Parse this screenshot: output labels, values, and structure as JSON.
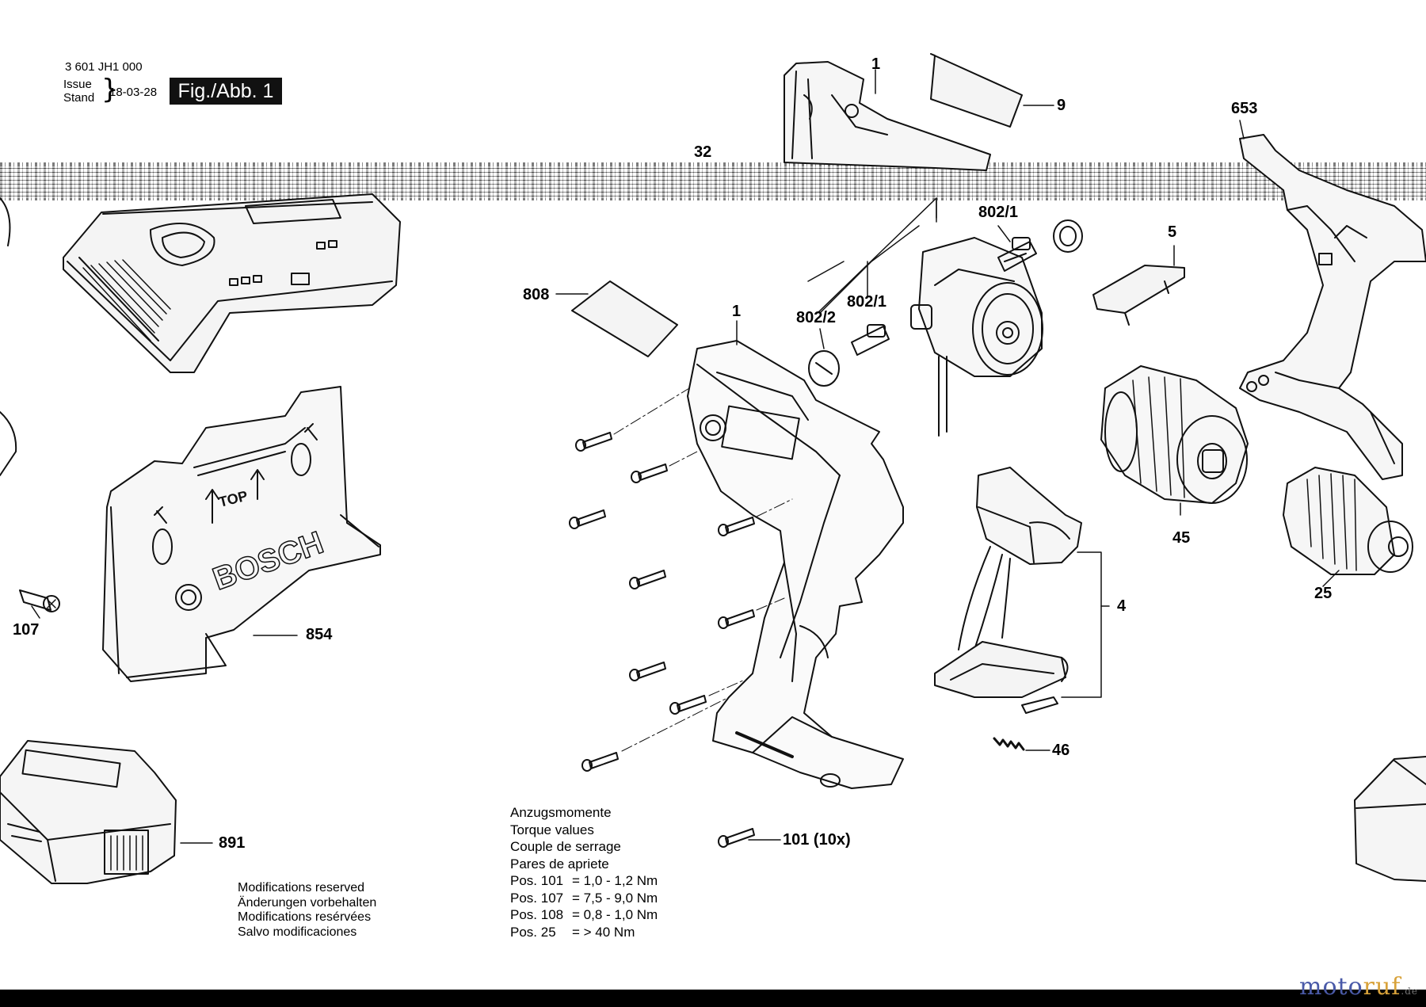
{
  "header": {
    "part_code": "3 601 JH1 000",
    "issue_label": "Issue",
    "stand_label": "Stand",
    "date": "18-03-28",
    "figure": "Fig./Abb. 1"
  },
  "callouts": {
    "c1_top": "1",
    "c9": "9",
    "c653": "653",
    "c32": "32",
    "c802_1_top": "802/1",
    "c5": "5",
    "c808": "808",
    "c1_mid": "1",
    "c802_2": "802/2",
    "c802_1_mid": "802/1",
    "c45": "45",
    "c25": "25",
    "c4": "4",
    "c107": "107",
    "c854": "854",
    "c46": "46",
    "c891": "891",
    "c101": "101 (10x)"
  },
  "part_text": {
    "top_arrow": "TOP",
    "brand": "BOSCH"
  },
  "torque": {
    "title_lines": [
      "Anzugsmomente",
      "Torque values",
      "Couple de serrage",
      "Pares de apriete"
    ],
    "rows": [
      {
        "pos": "Pos. 101",
        "value": "= 1,0 - 1,2 Nm"
      },
      {
        "pos": "Pos. 107",
        "value": "= 7,5 - 9,0 Nm"
      },
      {
        "pos": "Pos. 108",
        "value": "= 0,8 - 1,0 Nm"
      },
      {
        "pos": "Pos. 25",
        "value": "= > 40 Nm"
      }
    ]
  },
  "modifications": [
    "Modifications reserved",
    "Änderungen vorbehalten",
    "Modifications resérvées",
    "Salvo modificaciones"
  ],
  "watermark": {
    "part1": "moto",
    "part2": "ruf",
    "suffix": ".de"
  }
}
